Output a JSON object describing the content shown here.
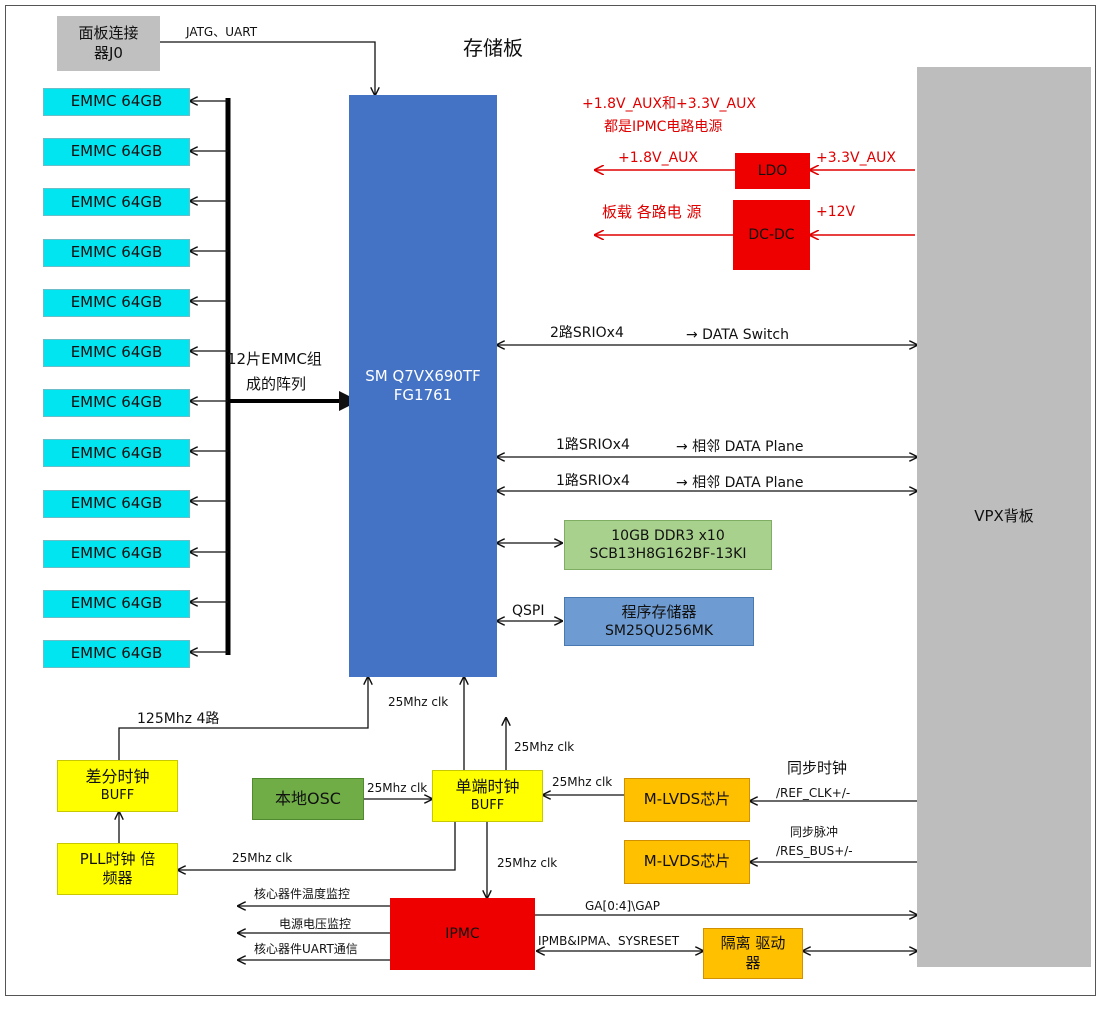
{
  "title": "存储板",
  "blocks": {
    "connector": "面板连接\n器J0",
    "fpga_line1": "SM Q7VX690TF",
    "fpga_line2": "FG1761",
    "vpx": "VPX背板",
    "ldo": "LDO",
    "dcdc": "DC-DC",
    "ddr_line1": "10GB DDR3 x10",
    "ddr_line2": "SCB13H8G162BF-13KI",
    "flash_line1": "程序存储器",
    "flash_line2": "SM25QU256MK",
    "diff_buff_line1": "差分时钟",
    "diff_buff_line2": "BUFF",
    "pll_line1": "PLL时钟 倍",
    "pll_line2": "频器",
    "osc": "本地OSC",
    "se_buff_line1": "单端时钟",
    "se_buff_line2": "BUFF",
    "lvds1": "M-LVDS芯片",
    "lvds2": "M-LVDS芯片",
    "ipmc": "IPMC",
    "isolation_line1": "隔离 驱动",
    "isolation_line2": "器"
  },
  "emmc": [
    "EMMC 64GB",
    "EMMC 64GB",
    "EMMC 64GB",
    "EMMC 64GB",
    "EMMC 64GB",
    "EMMC 64GB",
    "EMMC 64GB",
    "EMMC 64GB",
    "EMMC 64GB",
    "EMMC 64GB",
    "EMMC 64GB",
    "EMMC 64GB"
  ],
  "labels": {
    "jtag": "JATG、UART",
    "power_note1": "+1.8V_AUX和+3.3V_AUX",
    "power_note2": "都是IPMC电路电源",
    "aux18": "+1.8V_AUX",
    "aux33": "+3.3V_AUX",
    "board_power": "板载 各路电 源",
    "v12": "+12V",
    "emmc_array1": "12片EMMC组",
    "emmc_array2": "成的阵列",
    "srio_switch": "2路SRIOx4",
    "data_switch": "→ DATA Switch",
    "srio_plane1": "1路SRIOx4",
    "data_plane1": "→ 相邻 DATA Plane",
    "srio_plane2": "1路SRIOx4",
    "data_plane2": "→ 相邻 DATA Plane",
    "qspi": "QSPI",
    "clk_125": "125Mhz 4路",
    "clk_fpga": "25Mhz clk",
    "clk_up": "25Mhz clk",
    "clk_osc": "25Mhz clk",
    "clk_lvds": "25Mhz clk",
    "clk_pll": "25Mhz clk",
    "clk_ipmc": "25Mhz clk",
    "sync_clk1": "同步时钟",
    "sync_clk2": "/REF_CLK+/-",
    "sync_pulse1": "同步脉冲",
    "sync_pulse2": "/RES_BUS+/-",
    "temp": "核心器件温度监控",
    "voltage": "电源电压监控",
    "uart": "核心器件UART通信",
    "ga": "GA[0:4]\\GAP",
    "ipmb": "IPMB&IPMA、SYSRESET"
  },
  "colors": {
    "emmc": "#00e5f0",
    "fpga": "#4472c4",
    "vpx": "#bdbdbd",
    "power": "#ee0000",
    "ddr": "#a9d18e",
    "flash": "#6e9bd1",
    "osc": "#70ad47",
    "clock_buffer": "#ffff00",
    "lvds": "#ffc000",
    "connector": "#c0c0c0"
  }
}
